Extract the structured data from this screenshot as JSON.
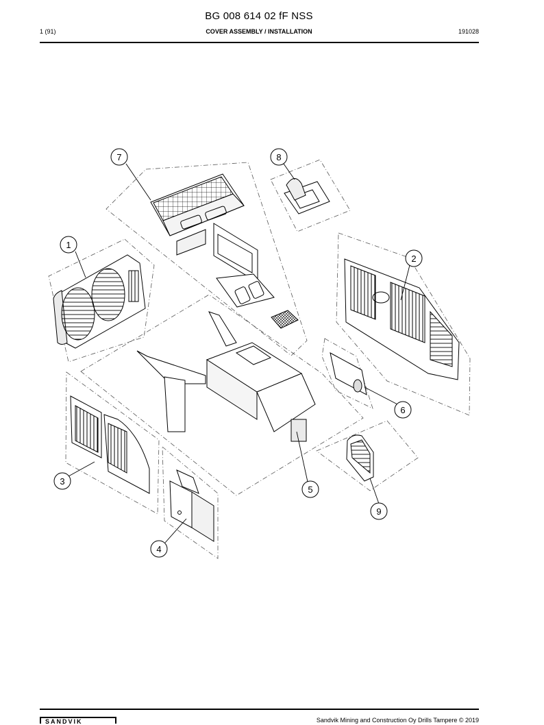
{
  "header": {
    "document_id": "BG 008 614 02 fF NSS",
    "page": "1 (91)",
    "section_title": "COVER ASSEMBLY / INSTALLATION",
    "date_code": "191028"
  },
  "callouts": [
    "1",
    "2",
    "3",
    "4",
    "5",
    "6",
    "7",
    "8",
    "9"
  ],
  "footer": {
    "logo_text": "SANDVIK",
    "copyright": "Sandvik Mining and Construction Oy Drills Tampere © 2019"
  }
}
